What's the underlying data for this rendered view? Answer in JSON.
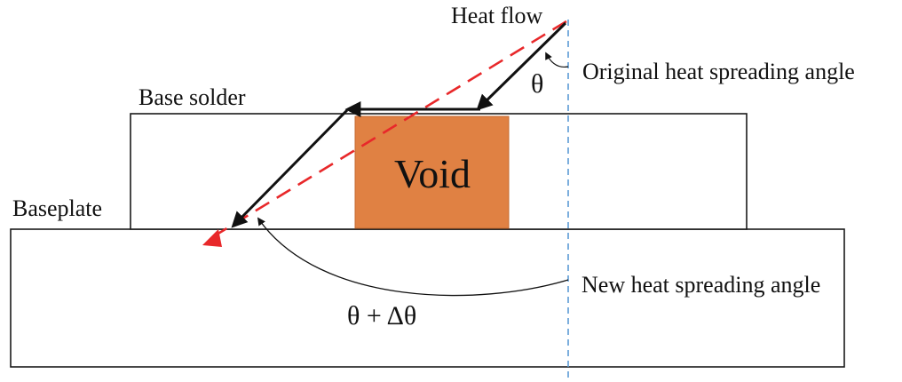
{
  "labels": {
    "heat_flow": "Heat flow",
    "original_angle": "Original heat spreading angle",
    "base_solder": "Base solder",
    "baseplate": "Baseplate",
    "void": "Void",
    "new_angle": "New heat spreading angle",
    "theta": "θ",
    "theta_delta": "θ + Δθ"
  },
  "colors": {
    "void_fill": "#e08143",
    "dashed_path": "#e8282a",
    "centerline": "#5b9bd5",
    "outline": "#1a1a1a",
    "arrow": "#111111"
  }
}
